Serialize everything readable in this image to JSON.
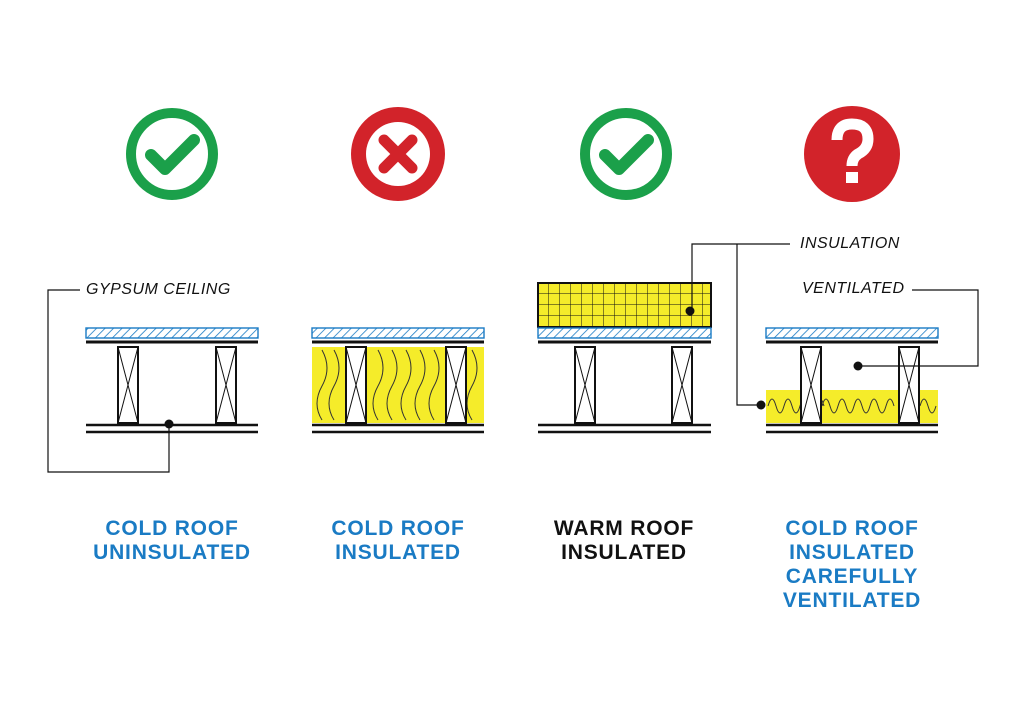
{
  "colors": {
    "ok": "#1ba04a",
    "bad": "#d2232a",
    "blue": "#1a7bc4",
    "black": "#111111",
    "insulation": "#f5ec2a"
  },
  "panels": [
    {
      "status": "check",
      "status_icon": "check-circle-icon",
      "caption_color": "blue",
      "caption": [
        "COLD ROOF",
        "UNINSULATED"
      ]
    },
    {
      "status": "cross",
      "status_icon": "cross-circle-icon",
      "caption_color": "blue",
      "caption": [
        "COLD ROOF",
        "INSULATED"
      ]
    },
    {
      "status": "check",
      "status_icon": "check-circle-icon",
      "caption_color": "black",
      "caption": [
        "WARM ROOF",
        "INSULATED"
      ]
    },
    {
      "status": "question",
      "status_icon": "question-circle-icon",
      "caption_color": "blue",
      "caption": [
        "COLD ROOF",
        "INSULATED",
        "CAREFULLY",
        "VENTILATED"
      ]
    }
  ],
  "callouts": {
    "gypsum": "GYPSUM CEILING",
    "insulation": "INSULATION",
    "ventilated": "VENTILATED"
  }
}
